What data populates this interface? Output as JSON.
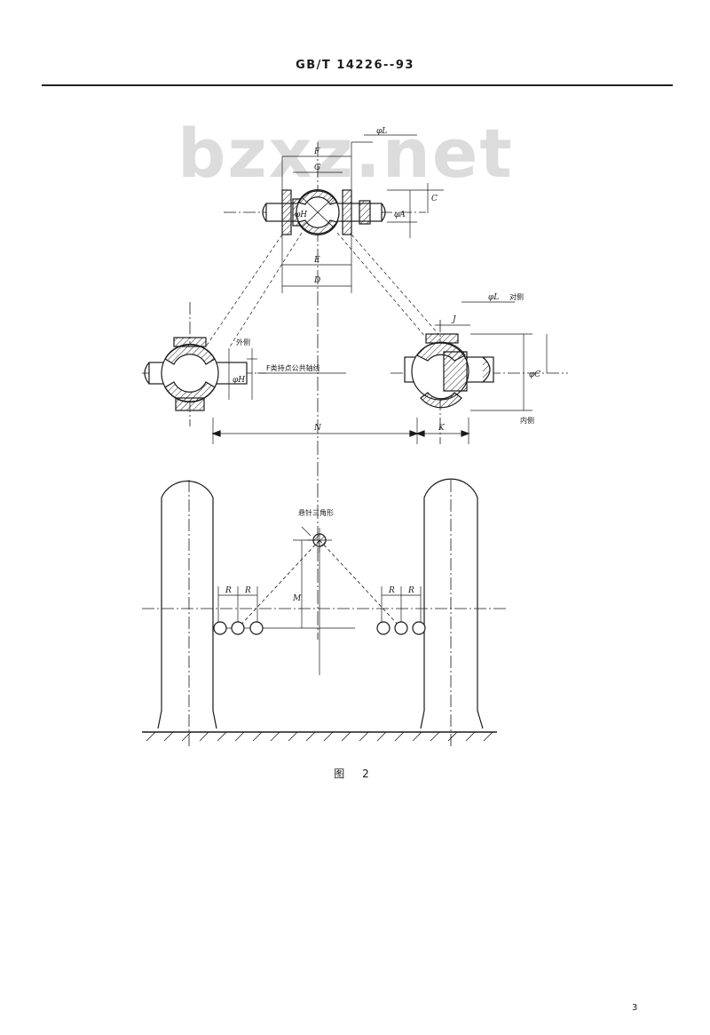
{
  "header": {
    "standard_code": "GB/T 14226--93"
  },
  "watermark": "bzxz.net",
  "figure": {
    "caption": "图 2",
    "labels": {
      "phiL_top": "φL",
      "F_top": "F",
      "G_top": "G",
      "phiH_top": "φH",
      "phiA_top": "φA",
      "C_top": "C",
      "E_top": "E",
      "D_top": "D",
      "phiL_right": "φL",
      "right_side_cn": "对侧",
      "J_right": "J",
      "phiC_right": "φC",
      "inner_side_cn": "内侧",
      "left_side_cn": "外侧",
      "phiH_left": "φH",
      "axis_note_cn": "F类持点公共轴线",
      "N_dim": "N",
      "K_dim": "K",
      "R1": "R",
      "R2": "R",
      "R3": "R",
      "R4": "R",
      "M_dim": "M",
      "target_triangle_cn": "悬针三角形"
    }
  },
  "page_number": "3"
}
